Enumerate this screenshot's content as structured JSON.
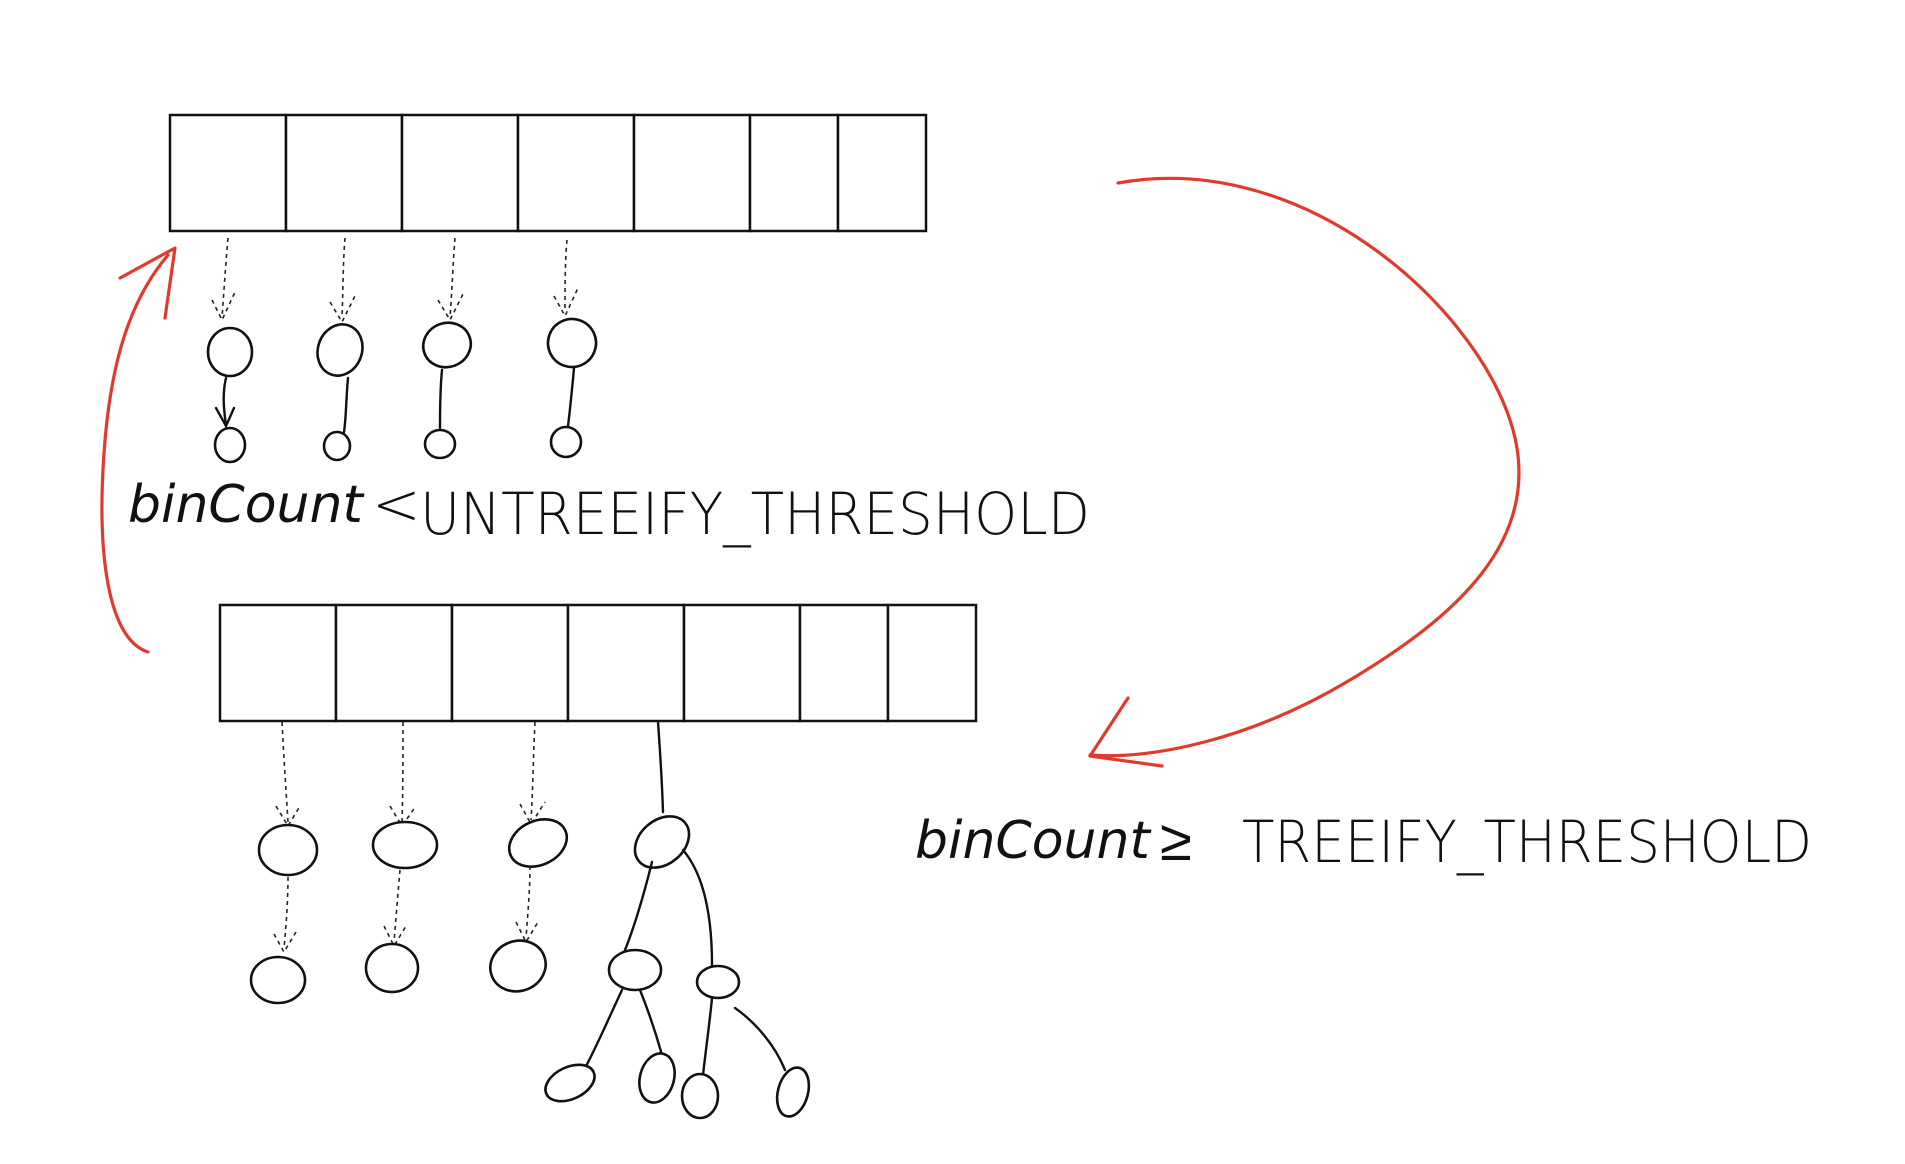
{
  "top_condition": {
    "lhs": "binCount",
    "operator": "<",
    "rhs": "UNTREEIFY_THRESHOLD"
  },
  "bottom_condition": {
    "lhs": "binCount",
    "operator": "≥",
    "rhs": "TREEIFY_THRESHOLD"
  },
  "colors": {
    "ink": "#111111",
    "arrow": "#e03a2c"
  }
}
